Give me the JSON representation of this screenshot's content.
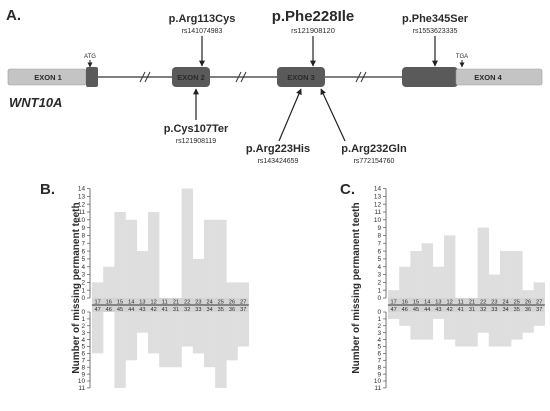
{
  "panel_a": {
    "label": "A.",
    "gene": "WNT10A",
    "exons": [
      "EXON 1",
      "EXON 2",
      "EXON 3",
      "EXON 4"
    ],
    "codons": {
      "start": "ATG",
      "stop": "TGA"
    },
    "variants_top": [
      {
        "name": "p.Arg113Cys",
        "rs": "rs141074983"
      },
      {
        "name": "p.Phe228Ile",
        "rs": "rs121908120"
      },
      {
        "name": "p.Phe345Ser",
        "rs": "rs1553623335"
      }
    ],
    "variants_bottom": [
      {
        "name": "p.Cys107Ter",
        "rs": "rs121908119"
      },
      {
        "name": "p.Arg223His",
        "rs": "rs143424659"
      },
      {
        "name": "p.Arg232Gln",
        "rs": "rs772154760"
      }
    ]
  },
  "chart_data": [
    {
      "type": "bar",
      "panel_label": "B.",
      "ylabel": "Number of missing permanent teeth",
      "upper_teeth": [
        "17",
        "16",
        "15",
        "14",
        "13",
        "12",
        "11",
        "21",
        "22",
        "23",
        "24",
        "25",
        "26",
        "27"
      ],
      "lower_teeth": [
        "47",
        "46",
        "45",
        "44",
        "43",
        "42",
        "41",
        "31",
        "32",
        "33",
        "34",
        "35",
        "36",
        "37"
      ],
      "upper_values": [
        2,
        4,
        11,
        10,
        6,
        11,
        0,
        0,
        14,
        5,
        10,
        10,
        2,
        2
      ],
      "lower_values": [
        6,
        0,
        11,
        7,
        3,
        6,
        8,
        8,
        5,
        6,
        8,
        11,
        7,
        5
      ],
      "ylim_upper": [
        0,
        14
      ],
      "ylim_lower": [
        0,
        11
      ],
      "colors": {
        "bar": "#dedede",
        "axis": "#555555"
      }
    },
    {
      "type": "bar",
      "panel_label": "C.",
      "ylabel": "Number of missing permanent teeth",
      "upper_teeth": [
        "17",
        "16",
        "15",
        "14",
        "13",
        "12",
        "11",
        "21",
        "22",
        "23",
        "24",
        "25",
        "26",
        "27"
      ],
      "lower_teeth": [
        "47",
        "46",
        "45",
        "44",
        "43",
        "42",
        "41",
        "31",
        "32",
        "33",
        "34",
        "35",
        "36",
        "37"
      ],
      "upper_values": [
        1,
        4,
        6,
        7,
        4,
        8,
        0,
        0,
        9,
        3,
        6,
        6,
        1,
        2
      ],
      "lower_values": [
        1,
        2,
        4,
        4,
        1,
        4,
        5,
        5,
        3,
        5,
        5,
        4,
        3,
        2
      ],
      "ylim_upper": [
        0,
        14
      ],
      "ylim_lower": [
        0,
        11
      ],
      "colors": {
        "bar": "#dedede",
        "axis": "#555555"
      }
    }
  ]
}
